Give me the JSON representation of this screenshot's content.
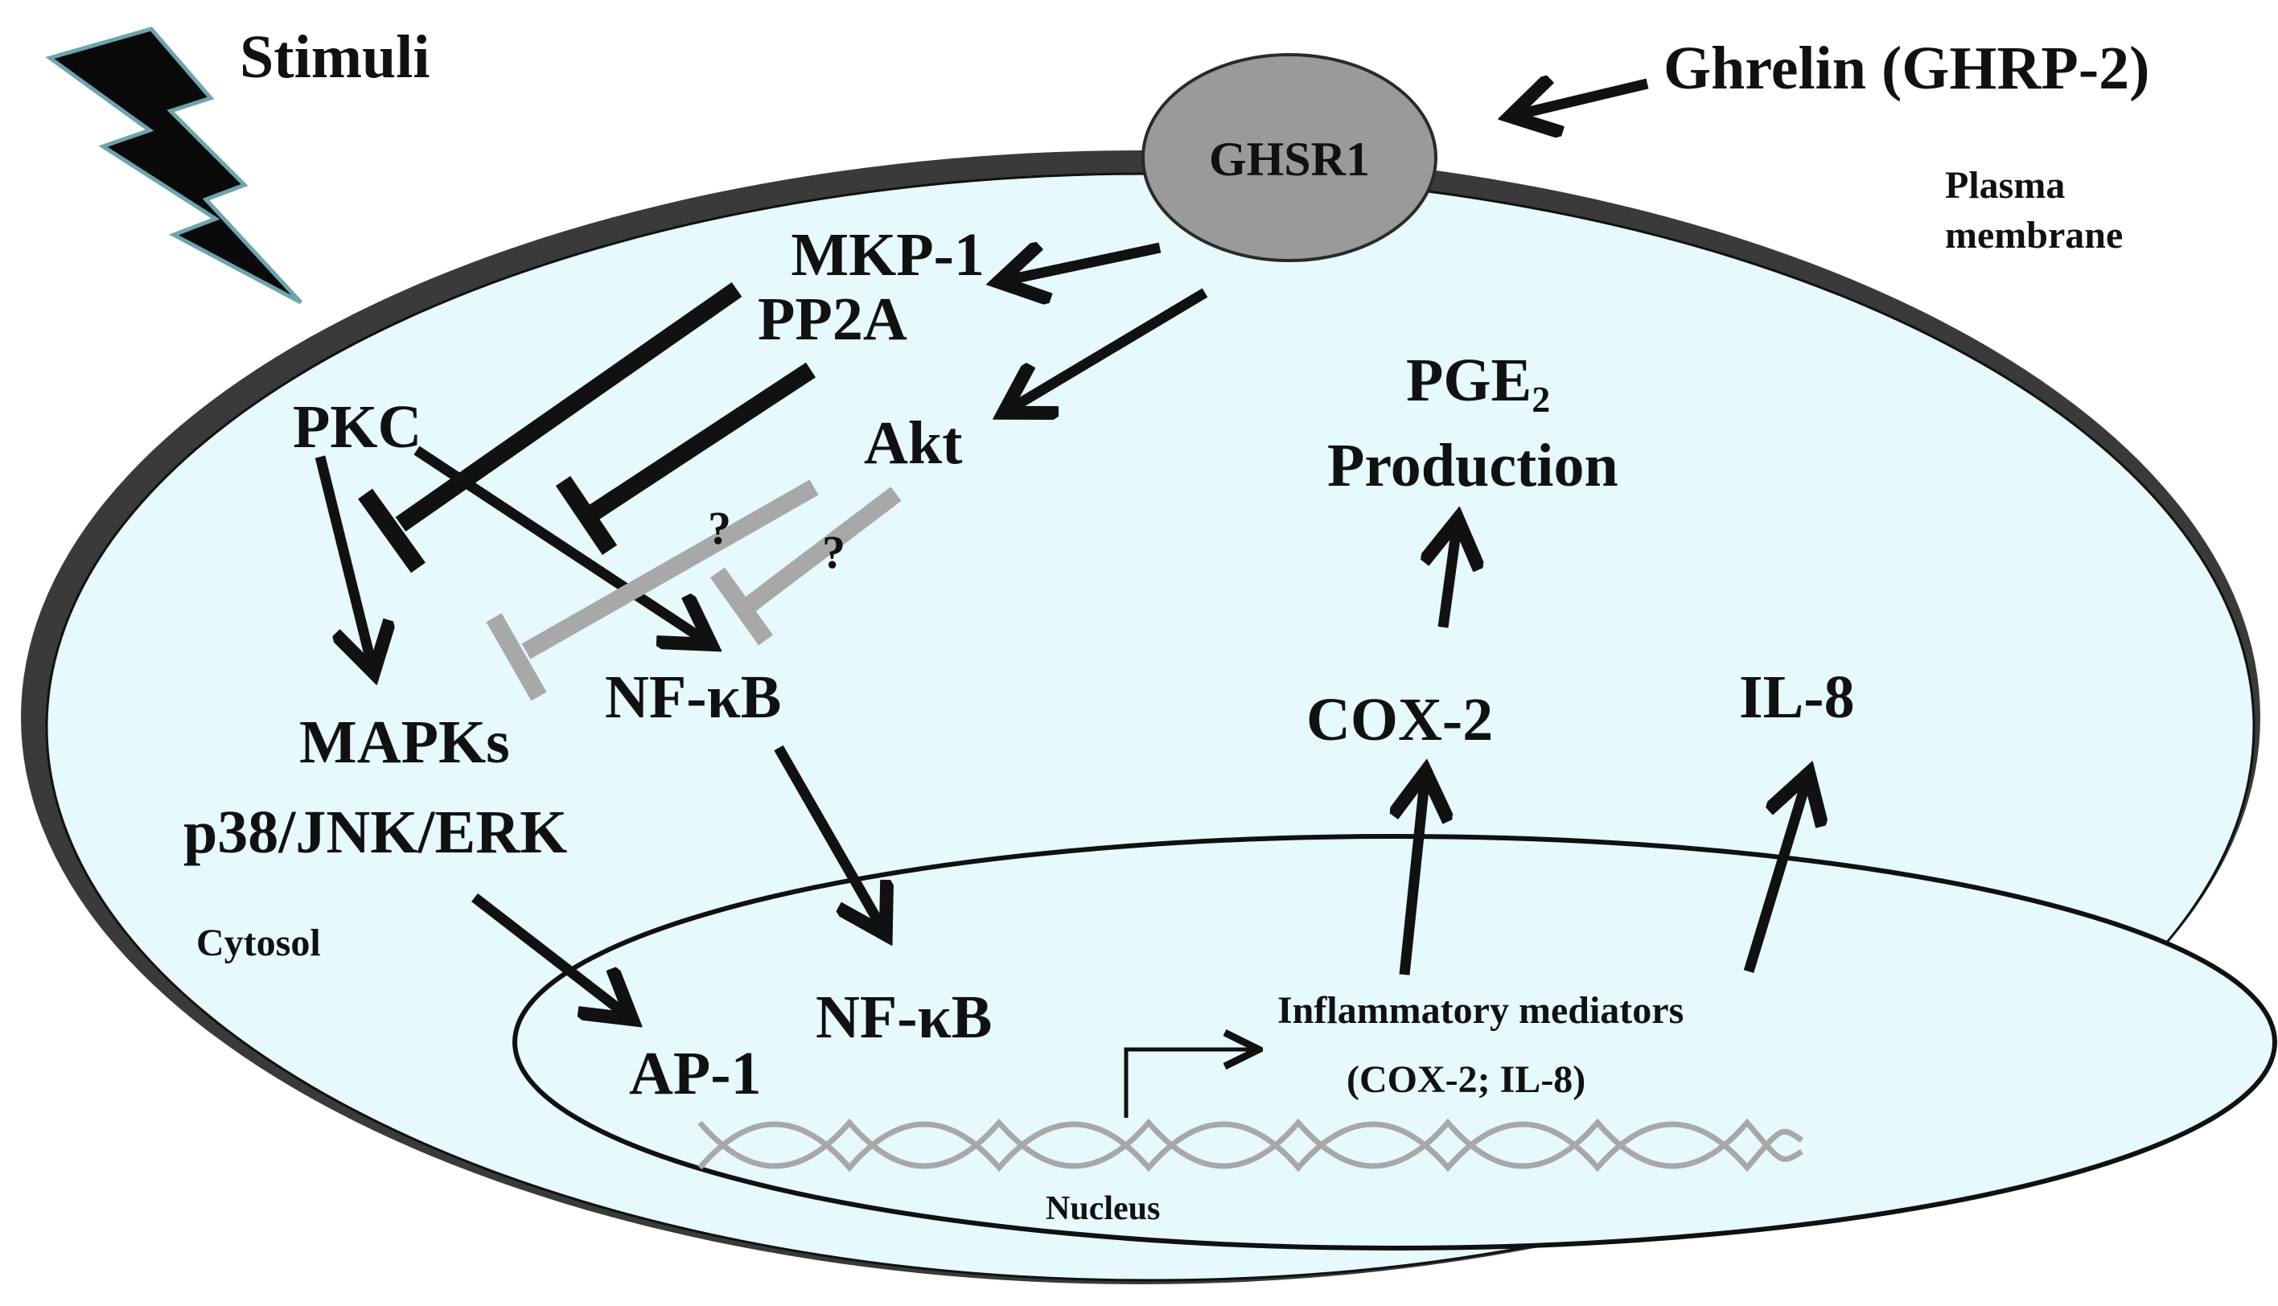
{
  "labels": {
    "stimuli": "Stimuli",
    "ghrelin": "Ghrelin (GHRP-2)",
    "receptor": "GHSR1",
    "plasma_membrane_line1": "Plasma",
    "plasma_membrane_line2": "membrane",
    "mkp1": "MKP-1",
    "pp2a": "PP2A",
    "pkc": "PKC",
    "akt": "Akt",
    "question_1": "?",
    "question_2": "?",
    "nfkb_cytosol": "NF-κB",
    "mapks_line1": "MAPKs",
    "mapks_line2": "p38/JNK/ERK",
    "cytosol": "Cytosol",
    "pge2_main": "PGE",
    "pge2_sub": "2",
    "production": "Production",
    "cox2": "COX-2",
    "il8": "IL-8",
    "ap1": "AP-1",
    "nfkb_nucleus": "NF-κB",
    "inflammatory_line1": "Inflammatory mediators",
    "inflammatory_line2": "(COX-2; IL-8)",
    "nucleus": "Nucleus"
  },
  "colors": {
    "membrane": "#3a3a3a",
    "cytosol_fill": "#e6f9fc",
    "receptor_fill": "#9a9a9a",
    "uncertain_inhibition": "#a8a8a8",
    "dna": "#a8a8a8",
    "arrow": "#111111",
    "lightning": "#0a0a0a",
    "lightning_outline": "#6fa3b0"
  },
  "icons": {
    "stimuli": "lightning-bolt-icon",
    "dna": "dna-helix-icon"
  }
}
